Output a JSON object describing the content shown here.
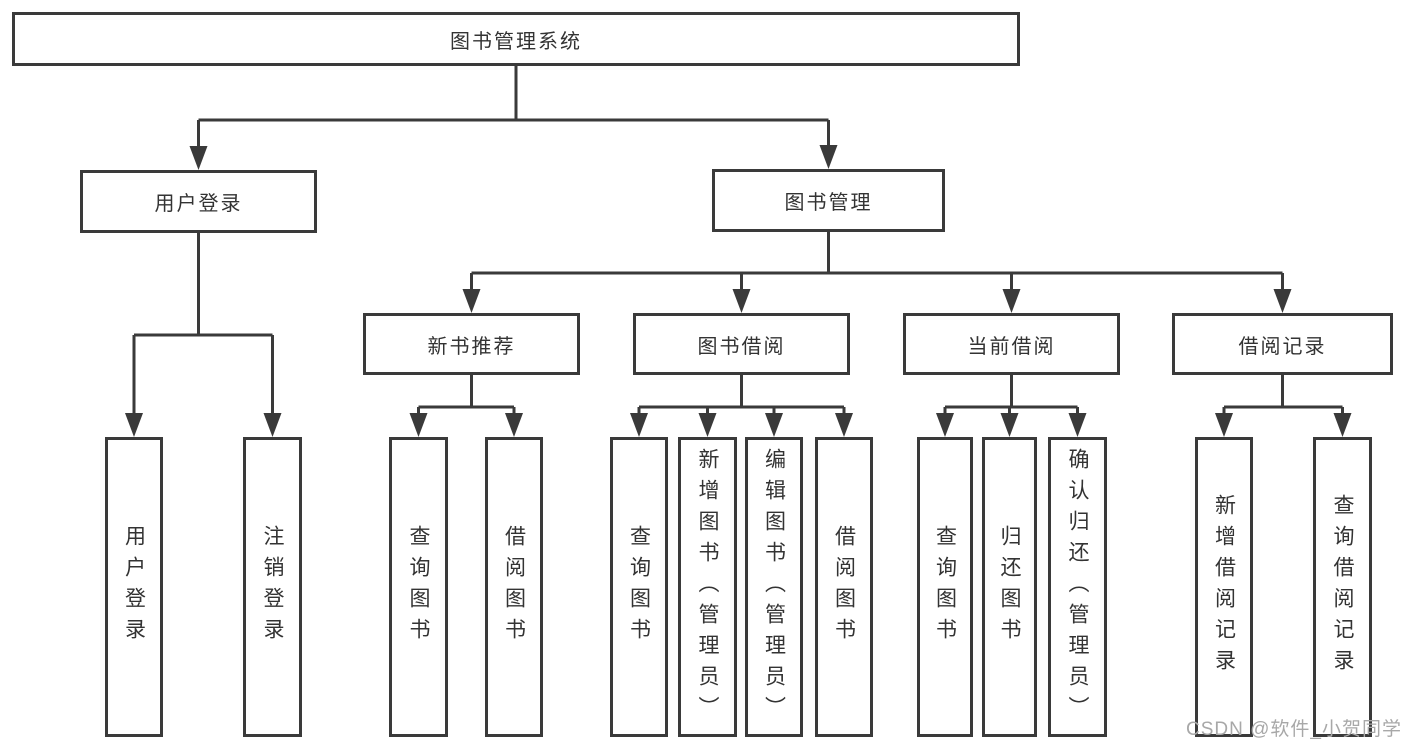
{
  "diagram": {
    "title": "图书管理系统",
    "tree": {
      "label": "图书管理系统",
      "children": [
        {
          "label": "用户登录",
          "children": [
            {
              "label": "用户登录"
            },
            {
              "label": "注销登录"
            }
          ]
        },
        {
          "label": "图书管理",
          "children": [
            {
              "label": "新书推荐",
              "children": [
                {
                  "label": "查询图书"
                },
                {
                  "label": "借阅图书"
                }
              ]
            },
            {
              "label": "图书借阅",
              "children": [
                {
                  "label": "查询图书"
                },
                {
                  "label": "新增图书（管理员）"
                },
                {
                  "label": "编辑图书（管理员）"
                },
                {
                  "label": "借阅图书"
                }
              ]
            },
            {
              "label": "当前借阅",
              "children": [
                {
                  "label": "查询图书"
                },
                {
                  "label": "归还图书"
                },
                {
                  "label": "确认归还（管理员）"
                }
              ]
            },
            {
              "label": "借阅记录",
              "children": [
                {
                  "label": "新增借阅记录"
                },
                {
                  "label": "查询借阅记录"
                }
              ]
            }
          ]
        }
      ]
    }
  },
  "watermark": {
    "text": "CSDN @软件_小贺同学"
  },
  "colors": {
    "line": "#3a3a3a",
    "text": "#333333",
    "box_background": "#ffffff",
    "watermark": "#a8a8a8",
    "background": "#ffffff"
  }
}
